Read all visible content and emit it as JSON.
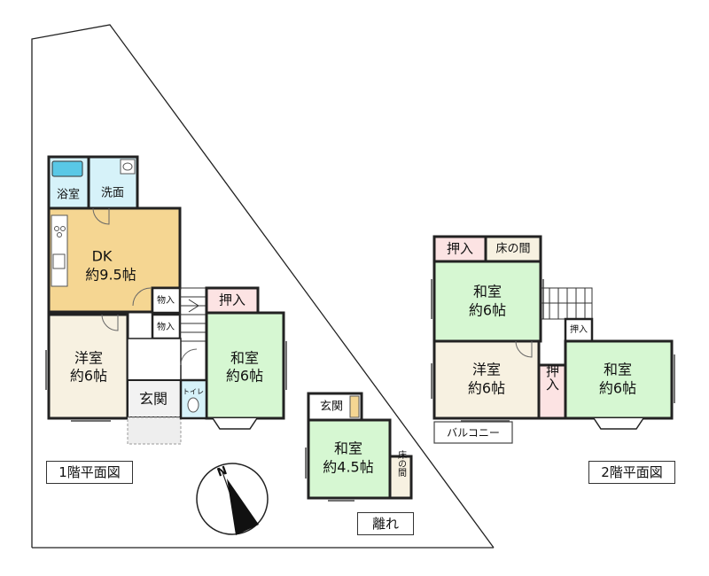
{
  "floor1": {
    "title": "1階平面図",
    "rooms": {
      "bath": "浴室",
      "washroom": "洗面",
      "dk_name": "DK",
      "dk_size": "約9.5帖",
      "storage_a": "物入",
      "storage_b": "物入",
      "western_name": "洋室",
      "western_size": "約6帖",
      "closet": "押入",
      "japanese_name": "和室",
      "japanese_size": "約6帖",
      "entrance": "玄関",
      "toilet": "トイレ"
    }
  },
  "annex": {
    "title": "離れ",
    "rooms": {
      "entrance": "玄関",
      "japanese_name": "和室",
      "japanese_size": "約4.5帖",
      "alcove": "床の間"
    }
  },
  "floor2": {
    "title": "2階平面図",
    "rooms": {
      "closet_a": "押入",
      "alcove": "床の間",
      "japanese_a_name": "和室",
      "japanese_a_size": "約6帖",
      "closet_b": "押入",
      "western_name": "洋室",
      "western_size": "約6帖",
      "closet_c": "押入",
      "japanese_b_name": "和室",
      "japanese_b_size": "約6帖",
      "balcony": "バルコニー"
    }
  },
  "compass": {
    "north_letter": "N"
  },
  "colors": {
    "dk_floor": "#f5d692",
    "western_floor": "#f7f1e1",
    "tatami": "#d6f7d2",
    "wet_area": "#d6f2f9",
    "wall": "#222222"
  }
}
